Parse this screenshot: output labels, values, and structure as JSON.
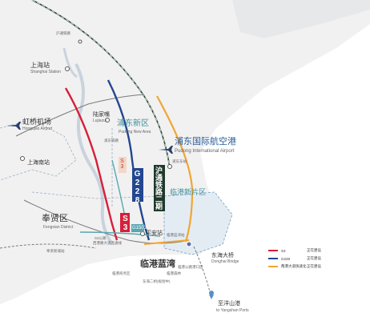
{
  "map": {
    "stations": {
      "shanghai": {
        "zh": "上海站",
        "en": "Shanghai Station"
      },
      "hongqiao": {
        "zh": "虹桥机场",
        "en": "Hongqiao Airport"
      },
      "hongqiao_station": {
        "zh": "上海南站",
        "en": ""
      },
      "lujiazui": {
        "zh": "陆家嘴",
        "en": "Lujiazui"
      },
      "pudong_airport": {
        "zh": "浦东国际航空港",
        "en": "Pudong International Airport"
      },
      "pudong_east": {
        "zh": "浦东东站",
        "en": ""
      },
      "pingan": {
        "zh": "平安站",
        "en": ""
      },
      "lingang_blue_bay": {
        "zh": "临港蓝湾",
        "en": ""
      },
      "donghai_bridge": {
        "zh": "东海大桥",
        "en": "Donghai Bridge"
      },
      "yangshan": {
        "zh": "至洋山港",
        "en": "to Yangshan Ports"
      },
      "north_hub": {
        "zh": "沪通铁路二期",
        "en": ""
      }
    },
    "districts": {
      "pudong": {
        "zh": "浦东新区",
        "en": "Pudong New Area"
      },
      "fengxian": {
        "zh": "奉贤区",
        "en": "Fengxian District"
      },
      "lingang": {
        "zh": "临港新片区",
        "en": ""
      }
    },
    "route_labels": {
      "s3": "S3",
      "g228": "G228",
      "hutong": "沪通铁路二期",
      "s3_small": "S3",
      "g1503": "G1503"
    },
    "minor_labels": {
      "top_rail": "沪通铁路",
      "pudong_rail": "浦东铁路",
      "pudong_east_small": "浦东东站",
      "lingang_rail1": "西港路大道连通线",
      "lingang_rail2": "临港蓝湾站",
      "fengxian_rail": "奉贤新城站",
      "bottom1": "临港商务区",
      "bottom2": "东海二桥(规划中)",
      "bottom3": "临港森林",
      "bottom4": "东海大桥",
      "bottom5": "临港公路港口区",
      "s3_road": "S3公路"
    },
    "legend": [
      {
        "name": "S3",
        "status": "正在建设",
        "color": "#d61f3a"
      },
      {
        "name": "G228",
        "status": "正在建设",
        "color": "#22478f"
      },
      {
        "name": "两港大道快速化",
        "status": "正在建设",
        "color": "#f0a633"
      }
    ],
    "colors": {
      "s3": "#d61f3a",
      "g228": "#22478f",
      "orange": "#f0a633",
      "hutong": "#1f3a2c",
      "teal": "#5aa5b0",
      "water": "#dde3ea",
      "land": "#f3f3f3"
    }
  }
}
